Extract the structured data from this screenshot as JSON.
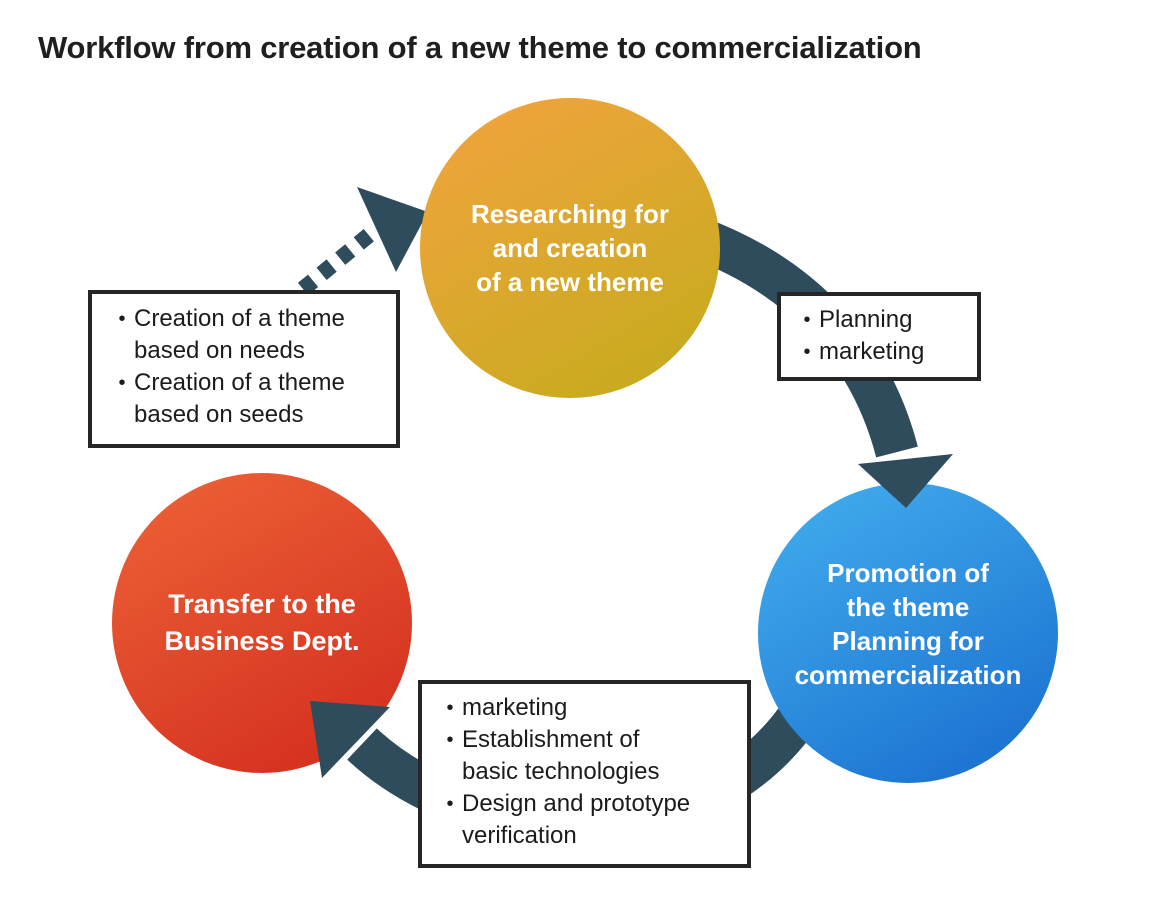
{
  "title": "Workflow from creation of a new theme to commercialization",
  "bullet_char": "•",
  "arrow_color": "#2f4c5c",
  "nodes": {
    "research": {
      "label": "Researching for\nand creation\nof a new theme",
      "color_top": "#efa43c",
      "color_bottom": "#c7ab1e"
    },
    "promotion": {
      "label": "Promotion of\nthe theme\nPlanning for\ncommercialization",
      "color_top": "#3fa9ec",
      "color_bottom": "#1c72d0"
    },
    "transfer": {
      "label": "Transfer to the\nBusiness Dept.",
      "color_top": "#eb5e35",
      "color_bottom": "#d4301f"
    }
  },
  "boxes": {
    "theme_creation": {
      "items": [
        {
          "text": "Creation of a theme\nbased on needs"
        },
        {
          "text": "Creation of a theme\nbased on seeds"
        }
      ]
    },
    "planning": {
      "items": [
        {
          "text": "Planning"
        },
        {
          "text": "marketing"
        }
      ]
    },
    "development": {
      "items": [
        {
          "text": "marketing"
        },
        {
          "text": "Establishment of\nbasic technologies"
        },
        {
          "text": "Design and prototype\nverification"
        }
      ]
    }
  }
}
